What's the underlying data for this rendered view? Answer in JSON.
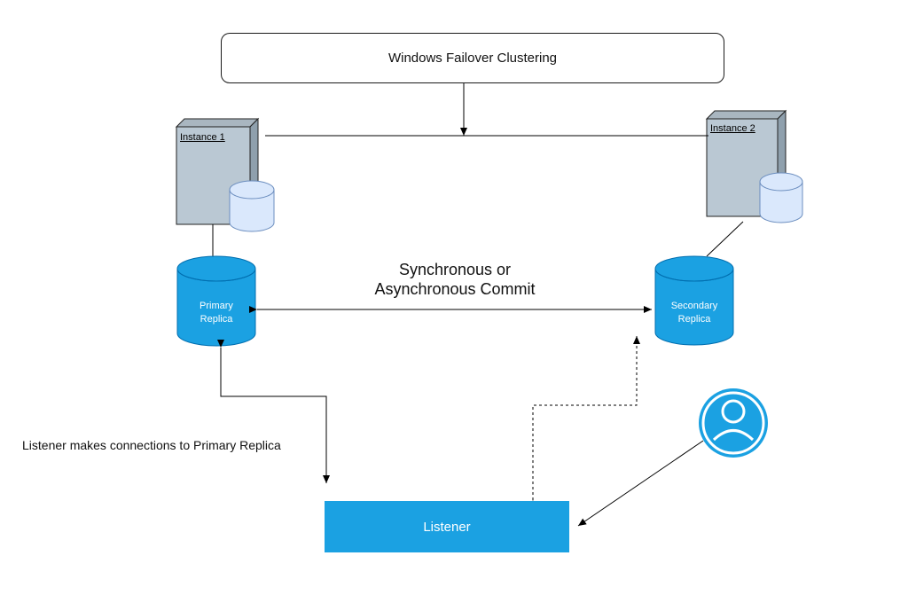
{
  "wfc": {
    "label": "Windows Failover Clustering"
  },
  "instances": [
    {
      "label": "Instance 1"
    },
    {
      "label": "Instance 2"
    }
  ],
  "replicas": {
    "primary": {
      "line1": "Primary",
      "line2": "Replica"
    },
    "secondary": {
      "line1": "Secondary",
      "line2": "Replica"
    }
  },
  "commit": {
    "line1": "Synchronous or",
    "line2": "Asynchronous Commit"
  },
  "listener_note": "Listener makes connections to Primary Replica",
  "listener": {
    "label": "Listener"
  },
  "colors": {
    "accent_blue": "#1ba1e2",
    "db_light": "#dae8fc",
    "server_face": "#bac8d3",
    "line": "#000000"
  }
}
